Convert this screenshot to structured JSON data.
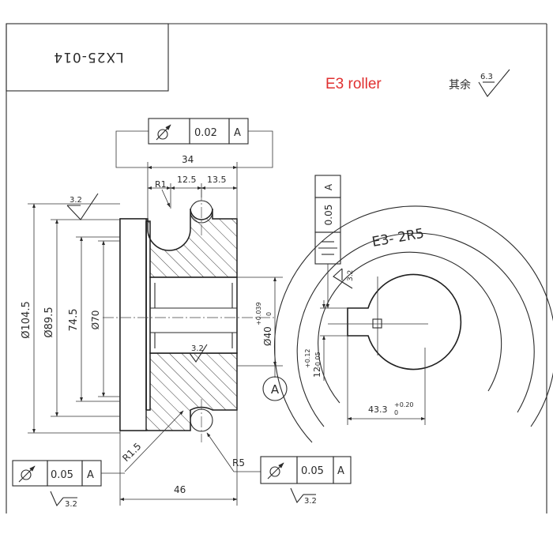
{
  "title_block": {
    "drawing_no": "LX25-014"
  },
  "caption": "E3 roller",
  "surface_finish": {
    "remaining_label": "其余",
    "remaining_value": "6.3"
  },
  "tolerance_frames": {
    "top": {
      "symbol": "circular-runout",
      "value": "0.02",
      "datum": "A"
    },
    "bottom_left": {
      "symbol": "circular-runout",
      "value": "0.05",
      "datum": "A"
    },
    "bottom_right": {
      "symbol": "circular-runout",
      "value": "0.05",
      "datum": "A"
    },
    "keyway": {
      "symbol": "symmetry",
      "value": "0.05",
      "datum": "A"
    }
  },
  "datum_label": "A",
  "roughness": {
    "left_face": "3.2",
    "bore": "3.2",
    "bottom_left": "3.2",
    "bottom_right": "3.2",
    "keyway": "3.2"
  },
  "dimensions": {
    "width_overall": "34",
    "groove_offset": "12.5",
    "groove_to_face": "13.5",
    "r1": "R1",
    "dia_104_5": "Ø104.5",
    "dia_89_5": "Ø89.5",
    "dim_74_5": "74.5",
    "dia_70": "Ø70",
    "bore": "Ø40",
    "bore_tol_upper": "+0.039",
    "bore_tol_lower": "0",
    "r1_5": "R1.5",
    "r5": "R5",
    "width_46": "46",
    "keyway_width": "12",
    "keyway_width_tol_upper": "+0.12",
    "keyway_width_tol_lower": "-0.05",
    "keyway_depth": "43.3",
    "keyway_depth_tol_upper": "+0.20",
    "keyway_depth_tol_lower": "0"
  },
  "side_view_label": "E3- 2R5"
}
